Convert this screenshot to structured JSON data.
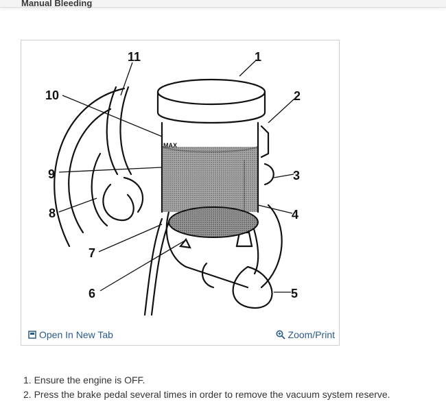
{
  "page": {
    "section_title": "Manual Bleeding"
  },
  "figure": {
    "callouts": [
      "1",
      "2",
      "3",
      "4",
      "5",
      "6",
      "7",
      "8",
      "9",
      "10",
      "11"
    ],
    "max_marking": "MAX",
    "toolbar": {
      "open_label": "Open In New Tab",
      "zoom_label": "Zoom/Print"
    },
    "icons": {
      "open": "open-new-tab-icon",
      "zoom": "zoom-magnifier-icon"
    },
    "link_color": "#2a5a8a"
  },
  "steps": [
    "1. Ensure the engine is OFF.",
    "2. Press the brake pedal several times in order to remove the vacuum system reserve."
  ]
}
